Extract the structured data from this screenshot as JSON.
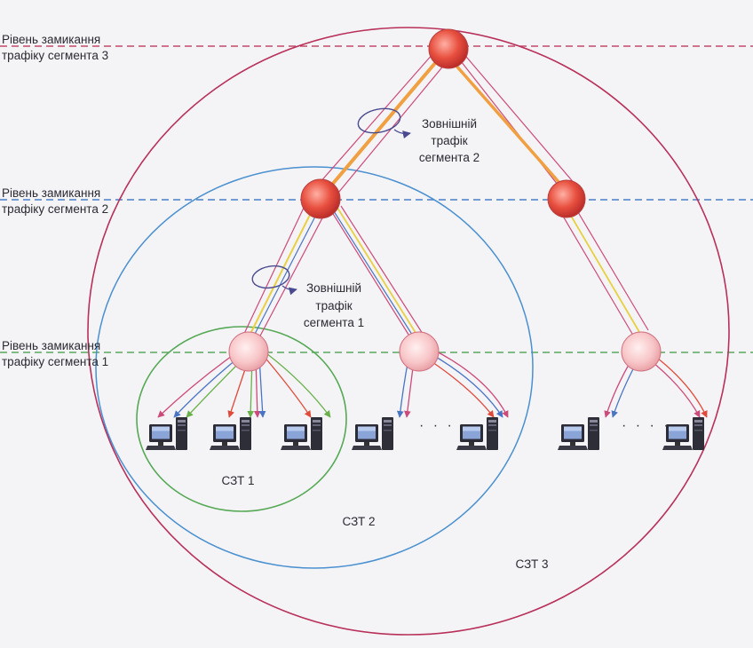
{
  "levels": {
    "segment3": [
      "Рівень замикання",
      "трафіку сегмента 3"
    ],
    "segment2": [
      "Рівень замикання",
      "трафіку сегмента 2"
    ],
    "segment1": [
      "Рівень замикання",
      "трафіку сегмента 1"
    ]
  },
  "annotations": {
    "external2": [
      "Зовнішній",
      "трафік",
      "сегмента 2"
    ],
    "external1": [
      "Зовнішній",
      "трафік",
      "сегмента 1"
    ]
  },
  "zones": {
    "szt1": "СЗТ 1",
    "szt2": "СЗТ 2",
    "szt3": "СЗТ 3"
  },
  "ellipsis": {
    "a": "· · · ·",
    "b": "· · · ·"
  },
  "colors": {
    "level3": "#c44a6a",
    "level2": "#4a7fc8",
    "level1": "#5aa860",
    "circle3": "#b8305a",
    "circle2": "#4a90d0",
    "circle1": "#55a855",
    "node_dark": "#e0483e",
    "node_light": "#f6c4c6",
    "orange": "#f0a040",
    "yellow": "#e8d040",
    "pink": "#cc4a7a",
    "blue": "#4a74c4",
    "green": "#6ab04a",
    "red": "#e04a3a",
    "ellipse": "#4a4a90"
  },
  "icons": {
    "router": "router-node-icon",
    "terminal": "computer-terminal-icon"
  }
}
